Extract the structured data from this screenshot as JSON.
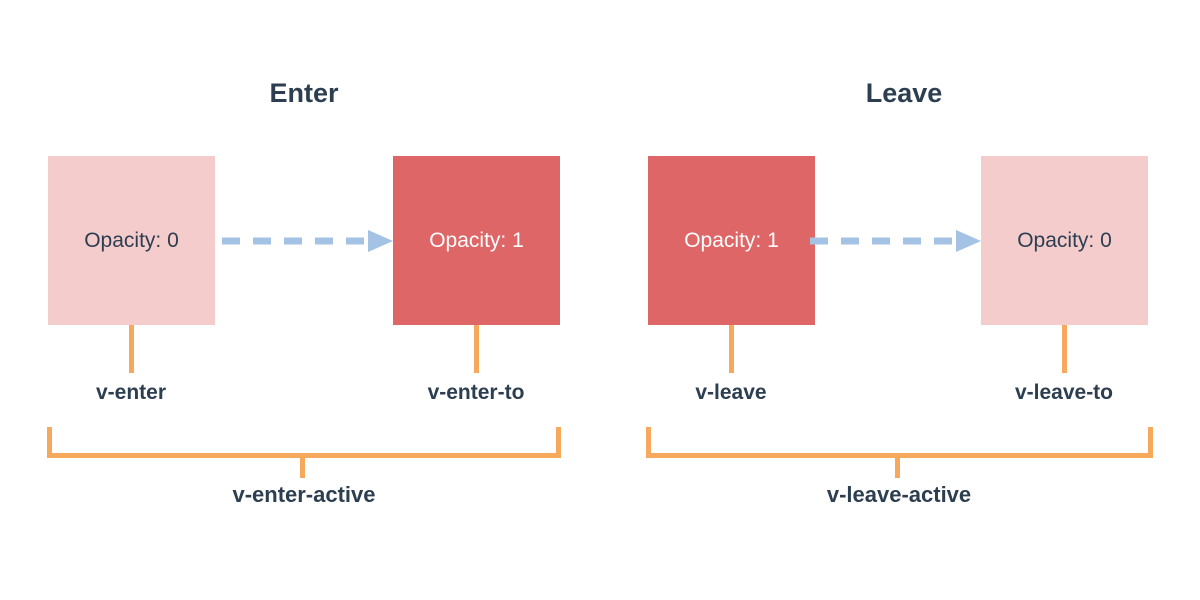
{
  "colors": {
    "background": "#ffffff",
    "box_faded_pink": "#f4cccc",
    "box_solid_red": "#de6667",
    "arrow_blue": "#a4c2e4",
    "connector_orange": "#f6a95c",
    "text_navy": "#2c3e50",
    "text_white": "#ffffff"
  },
  "diagrams": {
    "enter": {
      "title": "Enter",
      "from_box": "Opacity: 0",
      "to_box": "Opacity: 1",
      "from_label": "v-enter",
      "to_label": "v-enter-to",
      "active_label": "v-enter-active"
    },
    "leave": {
      "title": "Leave",
      "from_box": "Opacity: 1",
      "to_box": "Opacity: 0",
      "from_label": "v-leave",
      "to_label": "v-leave-to",
      "active_label": "v-leave-active"
    }
  }
}
